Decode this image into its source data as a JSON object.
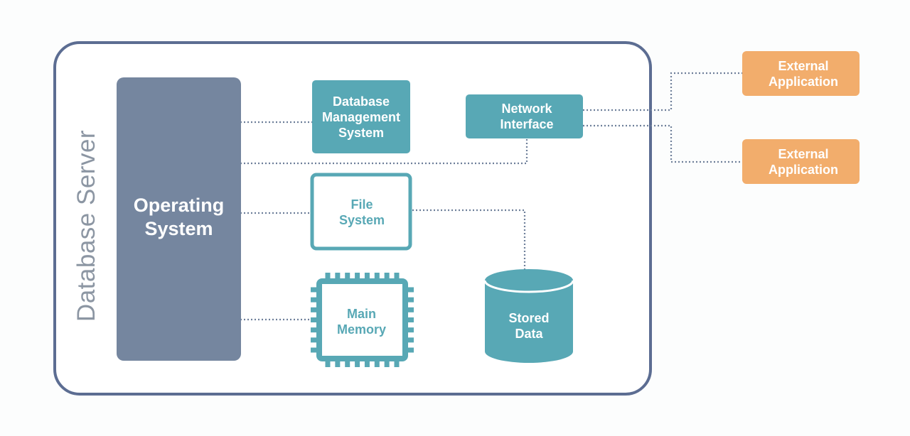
{
  "server": {
    "label": "Database Server"
  },
  "os": {
    "line1": "Operating",
    "line2": "System"
  },
  "dbms": {
    "line1": "Database",
    "line2": "Management",
    "line3": "System"
  },
  "network": {
    "line1": "Network",
    "line2": "Interface"
  },
  "filesystem": {
    "line1": "File",
    "line2": "System"
  },
  "memory": {
    "line1": "Main",
    "line2": "Memory"
  },
  "storage": {
    "line1": "Stored",
    "line2": "Data"
  },
  "external_apps": [
    {
      "line1": "External",
      "line2": "Application"
    },
    {
      "line1": "External",
      "line2": "Application"
    }
  ],
  "colors": {
    "os": "#75869f",
    "teal": "#58a8b5",
    "orange": "#f2ad6c",
    "border": "#5c6d92",
    "connector": "#6e7f9a"
  }
}
